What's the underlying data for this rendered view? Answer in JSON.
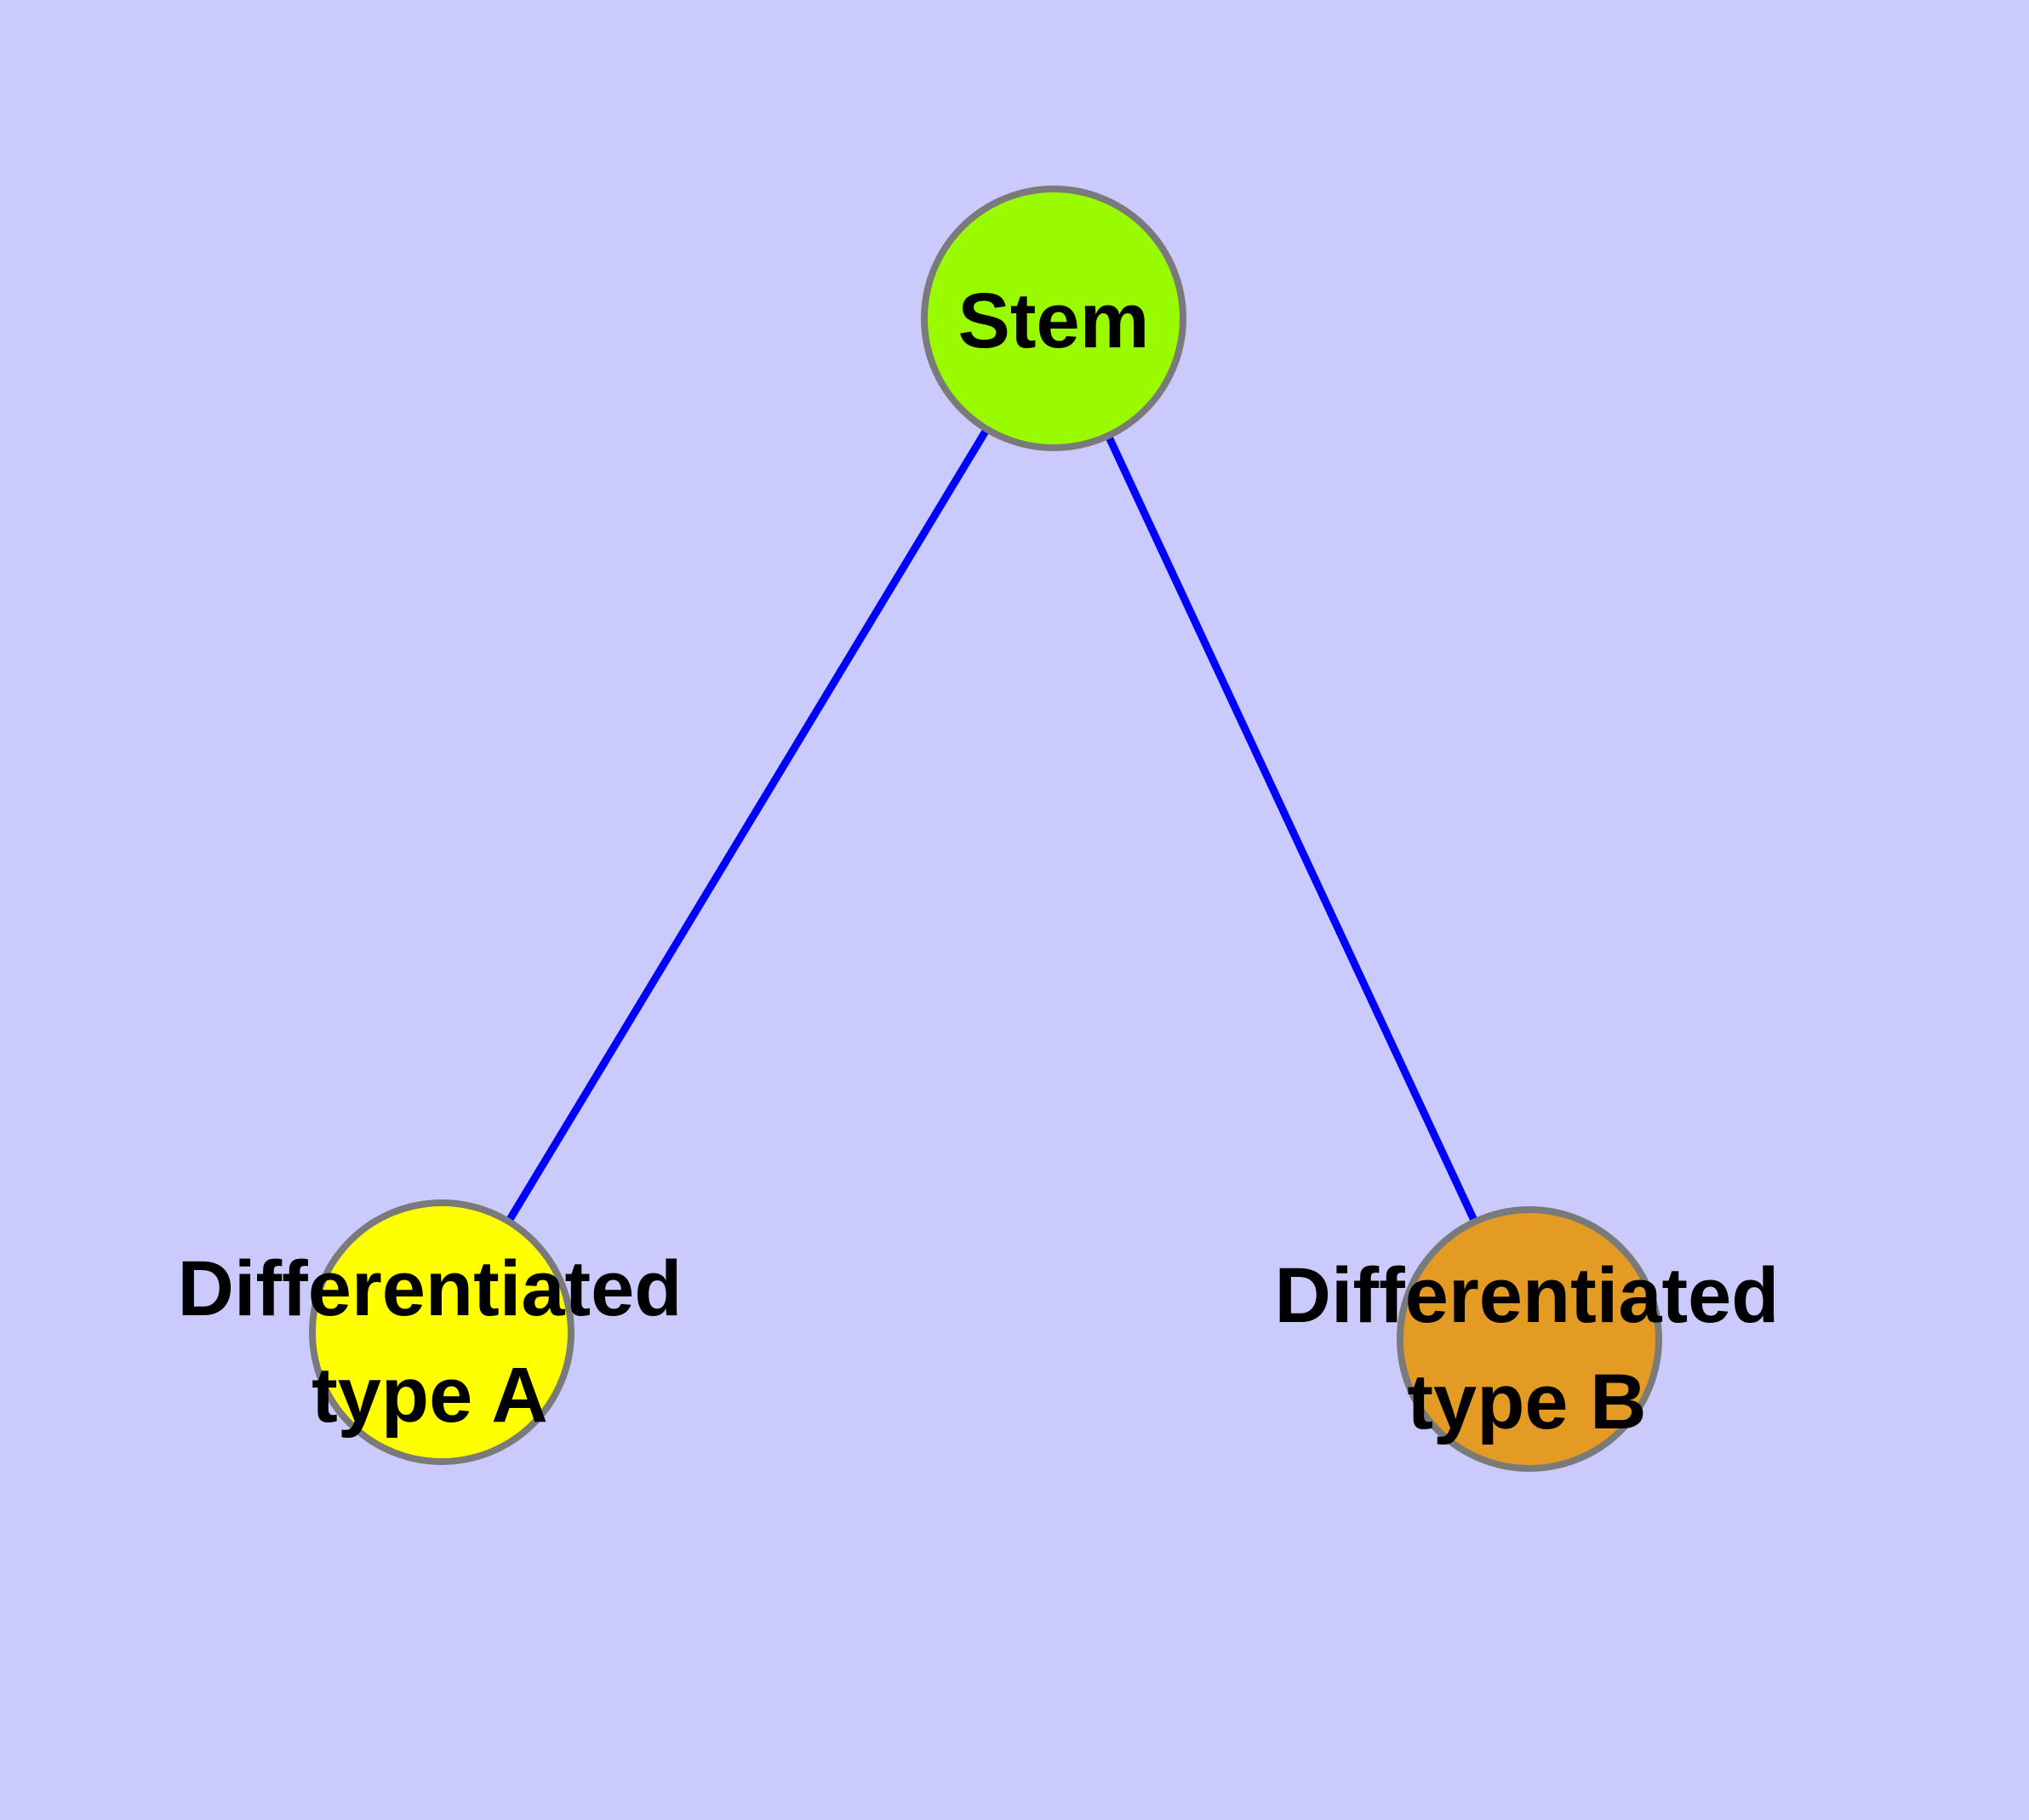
{
  "diagram": {
    "type": "node-link-graph",
    "background_color": "#CACAFC",
    "edge_color": "#0000FF",
    "node_border_color": "#7A7A7A",
    "label_color": "#000000",
    "nodes": {
      "stem": {
        "id": "stem",
        "label": "Stem",
        "fill": "#9AFA00"
      },
      "type_a": {
        "id": "type_a",
        "label": "Differentiated type A",
        "label_line1": "Differentiated",
        "label_line2": "type A",
        "fill": "#FFFF00"
      },
      "type_b": {
        "id": "type_b",
        "label": "Differentiated type B",
        "label_line1": "Differentiated",
        "label_line2": "type B",
        "fill": "#E49B23"
      }
    },
    "edges": [
      {
        "from": "stem",
        "to": "type_a"
      },
      {
        "from": "stem",
        "to": "type_b"
      }
    ]
  }
}
